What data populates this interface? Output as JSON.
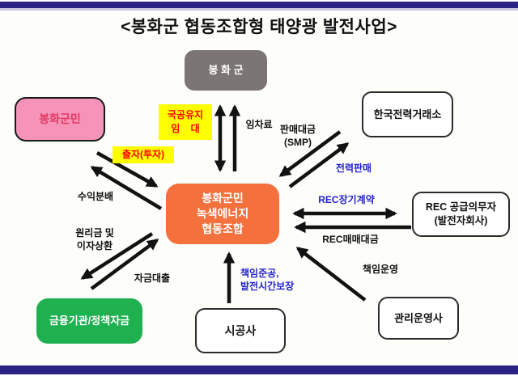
{
  "title": "<봉화군 협동조합형 태양광 발전사업>",
  "nodes": {
    "county": {
      "label": "봉 화 군"
    },
    "residents": {
      "label": "봉화군민"
    },
    "coop": {
      "line1": "봉화군민",
      "line2": "녹색에너지",
      "line3": "협동조합"
    },
    "kpx": {
      "label": "한국전력거래소"
    },
    "rec": {
      "line1": "REC 공급의무자",
      "line2": "(발전자회사)"
    },
    "finance": {
      "label": "금융기관/정책자금"
    },
    "builder": {
      "label": "시공사"
    },
    "operator": {
      "label": "관리운영사"
    }
  },
  "labels": {
    "land_lease": {
      "line1": "국공유지",
      "line2": "임    대"
    },
    "investment": "출자(투자)",
    "rent": "임차료",
    "sales_price": {
      "line1": "판매대금",
      "line2": "(SMP)"
    },
    "power_sale": "전력판매",
    "rec_contract": "REC장기계약",
    "rec_payment": "REC매매대금",
    "profit_share": "수익분배",
    "principal": {
      "line1": "원리금 및",
      "line2": "이자상환"
    },
    "loan": "자금대출",
    "construction": {
      "line1": "책임준공,",
      "line2": "발전시간보장"
    },
    "operation": "책임운영"
  },
  "colors": {
    "frame_navy": "#2B2484",
    "frame_lavender": "#C7C5E0",
    "county_gray": "#7B7674",
    "residents_pink": "#F593B8",
    "residents_text": "#E23A63",
    "coop_orange": "#F4713E",
    "finance_green": "#1FB050",
    "highlight_yellow": "#FFFF00",
    "highlight_red": "#FF0000",
    "label_blue": "#2222CC",
    "arrow_black": "#121212"
  }
}
